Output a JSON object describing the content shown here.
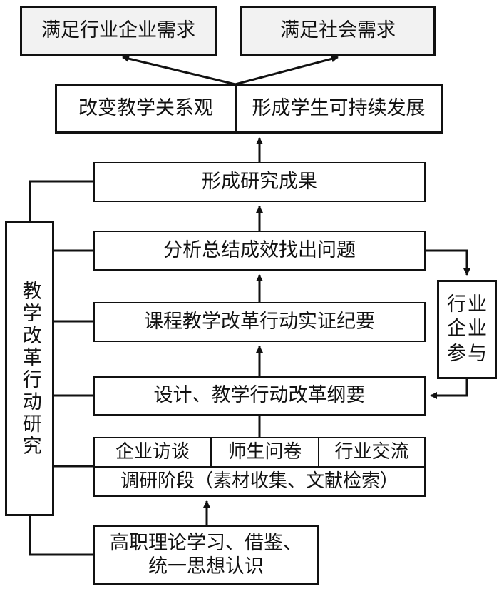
{
  "diagram": {
    "type": "flowchart",
    "top_goals": {
      "industry_needs": "满足行业企业需求",
      "social_needs": "满足社会需求"
    },
    "outcomes": {
      "change_relationship": "改变教学关系观",
      "sustainable_development": "形成学生可持续发展"
    },
    "steps": {
      "research_results": "形成研究成果",
      "analyze_summarize": "分析总结成效找出问题",
      "empirical_summary": "课程教学改革行动实证纪要",
      "design_outline": "设计、教学行动改革纲要",
      "survey_methods": [
        "企业访谈",
        "师生问卷",
        "行业交流"
      ],
      "survey_stage": "调研阶段（素材收集、文献检索）",
      "theory_study_line1": "高职理论学习、借鉴、",
      "theory_study_line2": "统一思想认识"
    },
    "side_left": {
      "label": "教学改革行动研究"
    },
    "side_right": {
      "chars": [
        "行",
        "业",
        "企",
        "业",
        "参",
        "与"
      ]
    },
    "colors": {
      "line": "#111111",
      "goal_fill": "#f2f2f2",
      "box_fill": "#ffffff"
    }
  }
}
